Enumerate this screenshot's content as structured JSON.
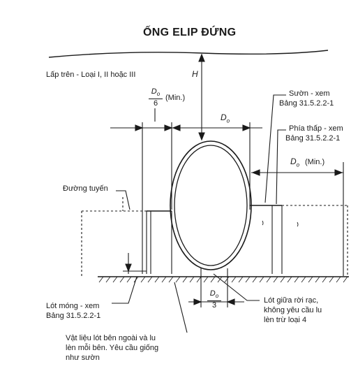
{
  "title": "ỐNG ELIP ĐỨNG",
  "labels": {
    "top_fill": "Lấp trên - Loại I, II hoặc III",
    "h_symbol": "H",
    "do_symbol": "D",
    "do_sub": "o",
    "do_over6_num": "D",
    "do_over6_den": "6",
    "min_paren": "(Min.)",
    "do_min": "(Min.)",
    "haunch": "Sườn - xem",
    "haunch_ref": "Bảng 31.5.2.2-1",
    "lower_side": "Phía thấp - xem",
    "lower_side_ref": "Bảng 31.5.2.2-1",
    "springline": "Đường tuyến",
    "bedding": "Lót móng - xem",
    "bedding_ref": "Bảng 31.5.2.2-1",
    "do_over3_num": "D",
    "do_over3_den": "3",
    "middle_bedding_1": "Lót giữa rời rạc,",
    "middle_bedding_2": "không yêu cầu lu",
    "middle_bedding_3": "lèn trừ loại 4",
    "outer_bedding_1": "Vật liệu lót bên ngoài và lu",
    "outer_bedding_2": "lèn mỗi bên. Yêu cầu giống",
    "outer_bedding_3": "như sườn"
  },
  "colors": {
    "ink": "#1a1a1a",
    "bg": "#ffffff"
  }
}
